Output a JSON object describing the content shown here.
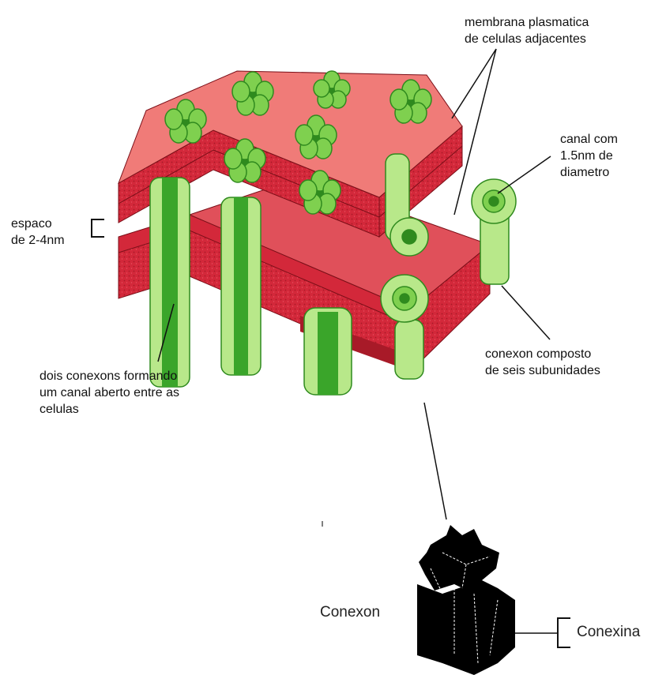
{
  "labels": {
    "membrane": [
      "membrana plasmatica",
      "de celulas adjacentes"
    ],
    "channel": [
      "canal com",
      "1.5nm de",
      "diametro"
    ],
    "space": [
      "espaco",
      "de 2-4nm"
    ],
    "open_channel": [
      "dois conexons formando",
      "um canal aberto entre as",
      "celulas"
    ],
    "connexon_composite": [
      "conexon composto",
      "de seis subunidades"
    ],
    "connexon": "Conexon",
    "connexin": "Conexina"
  },
  "colors": {
    "membrane_top": "#f07b78",
    "membrane_side": "#d3283a",
    "membrane_dark": "#a81a28",
    "protein_light": "#b8e88a",
    "protein_mid": "#7fd04f",
    "protein_dark": "#2f8a1e",
    "connexon_black": "#000000"
  }
}
